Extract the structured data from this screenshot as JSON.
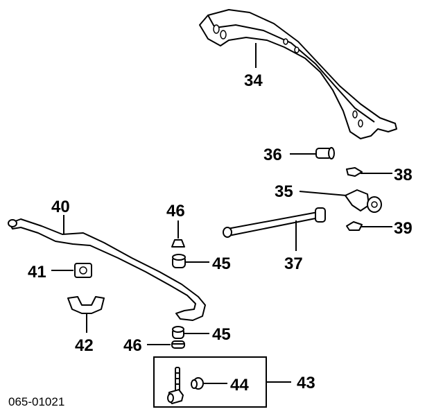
{
  "diagram_code": "065-01021",
  "callouts": {
    "c34": "34",
    "c36": "36",
    "c38": "38",
    "c35": "35",
    "c39": "39",
    "c37": "37",
    "c40": "40",
    "c46a": "46",
    "c45a": "45",
    "c41": "41",
    "c42": "42",
    "c45b": "45",
    "c46b": "46",
    "c44": "44",
    "c43": "43"
  }
}
